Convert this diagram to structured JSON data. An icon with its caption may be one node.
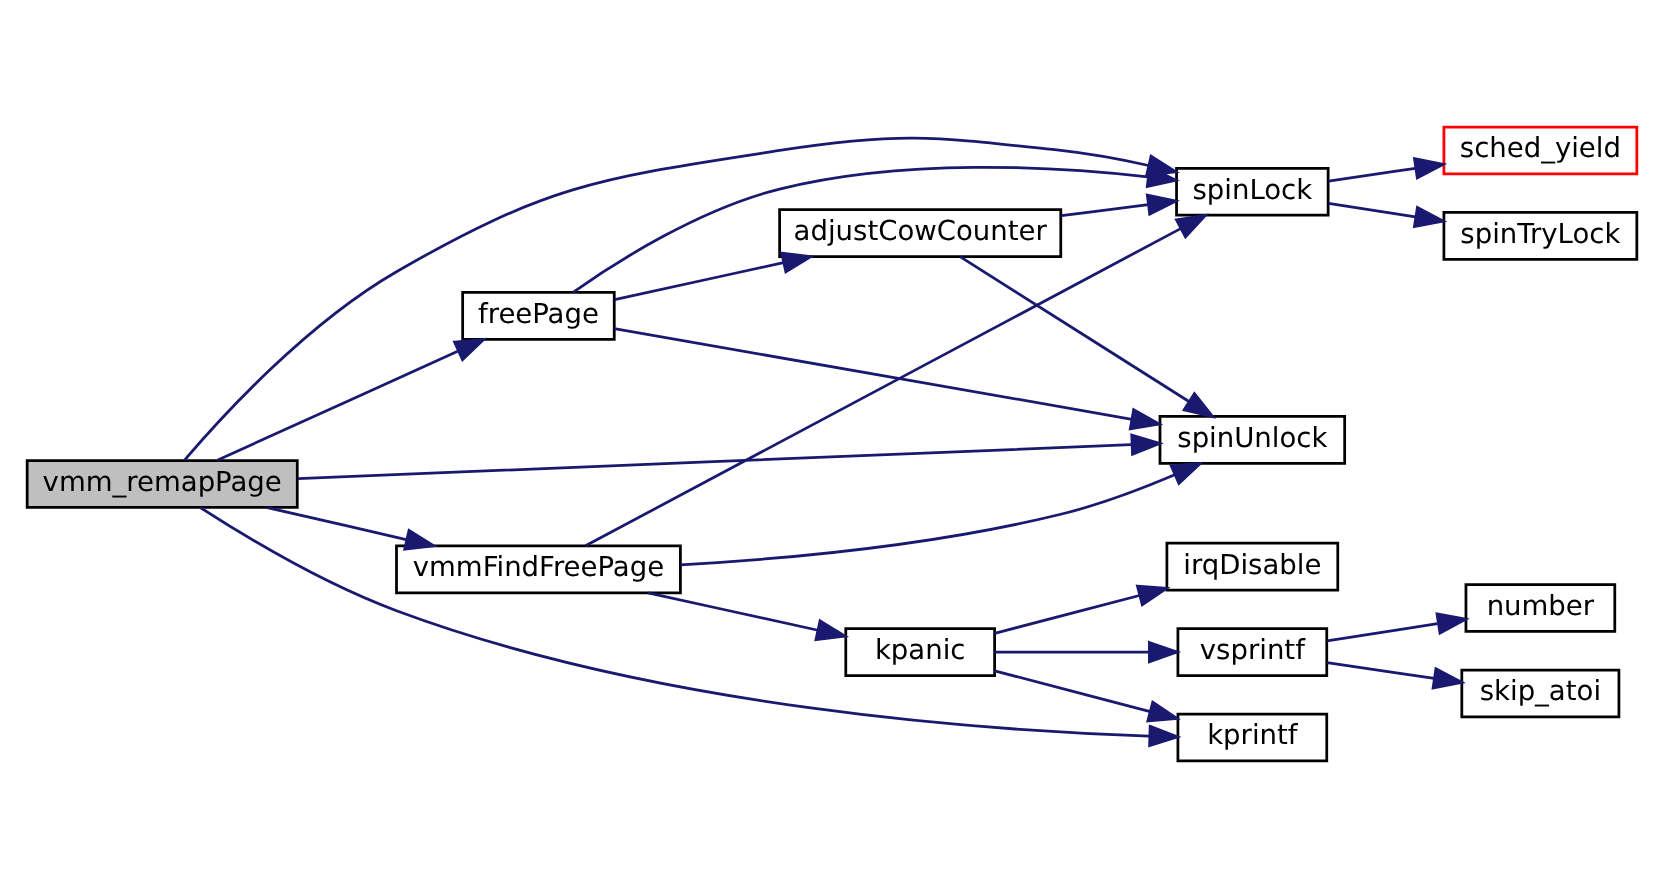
{
  "diagram": {
    "nodes": [
      {
        "text": [
          "vmm_remapPage"
        ]
      },
      {
        "text": [
          "freePage"
        ]
      },
      {
        "text": [
          "vmmFindFreePage"
        ]
      },
      {
        "text": [
          "adjustCowCounter"
        ]
      },
      {
        "text": [
          "spinLock"
        ]
      },
      {
        "text": [
          "spinUnlock"
        ]
      },
      {
        "text": [
          "kpanic"
        ]
      },
      {
        "text": [
          "kprintf"
        ]
      },
      {
        "text": [
          "sched_yield"
        ]
      },
      {
        "text": [
          "spinTryLock"
        ]
      },
      {
        "text": [
          "vsprintf"
        ]
      },
      {
        "text": [
          "irqDisable"
        ]
      },
      {
        "text": [
          "number"
        ]
      },
      {
        "text": [
          "skip_atoi"
        ]
      }
    ],
    "edges": [
      {
        "from": 0,
        "to": 1,
        "arrow": "to"
      },
      {
        "from": 0,
        "to": 4,
        "arrow": "to"
      },
      {
        "from": 0,
        "to": 5,
        "arrow": "to"
      },
      {
        "from": 0,
        "to": 2,
        "arrow": "to"
      },
      {
        "from": 0,
        "to": 7,
        "arrow": "to"
      },
      {
        "from": 1,
        "to": 3,
        "arrow": "to"
      },
      {
        "from": 1,
        "to": 4,
        "arrow": "to"
      },
      {
        "from": 1,
        "to": 5,
        "arrow": "to"
      },
      {
        "from": 3,
        "to": 4,
        "arrow": "to"
      },
      {
        "from": 3,
        "to": 5,
        "arrow": "to"
      },
      {
        "from": 2,
        "to": 4,
        "arrow": "to"
      },
      {
        "from": 2,
        "to": 5,
        "arrow": "to"
      },
      {
        "from": 2,
        "to": 6,
        "arrow": "to"
      },
      {
        "from": 6,
        "to": 10,
        "arrow": "to"
      },
      {
        "from": 6,
        "to": 11,
        "arrow": "to"
      },
      {
        "from": 6,
        "to": 7,
        "arrow": "to"
      },
      {
        "from": 10,
        "to": 12,
        "arrow": "to"
      },
      {
        "from": 10,
        "to": 13,
        "arrow": "to"
      },
      {
        "from": 4,
        "to": 8,
        "arrow": "to"
      },
      {
        "from": 4,
        "to": 9,
        "arrow": "to"
      }
    ]
  }
}
